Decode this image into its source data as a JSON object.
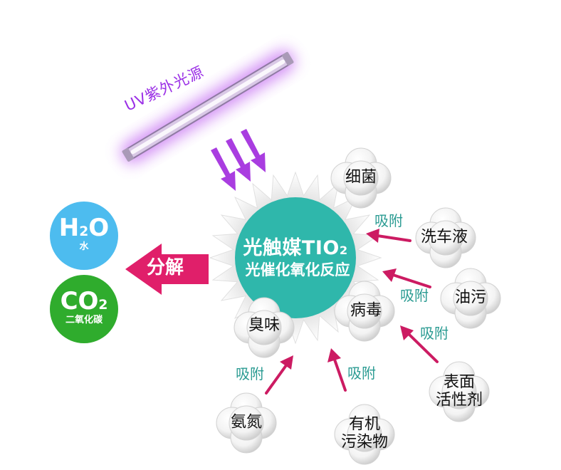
{
  "uv_source": {
    "label": "UV紫外光源"
  },
  "catalyst": {
    "title_main": "光触媒TIO",
    "title_sub": "2",
    "reaction": "光催化氧化反应"
  },
  "decompose": {
    "label": "分解"
  },
  "products": [
    {
      "formula_a": "H",
      "formula_sub": "2",
      "formula_b": "O",
      "name": "水",
      "color": "#4dbcef"
    },
    {
      "formula_a": "CO",
      "formula_sub": "2",
      "formula_b": "",
      "name": "二氧化碳",
      "color": "#2fac2d"
    }
  ],
  "pollutants": {
    "bacteria": "细菌",
    "washing_liquid": "洗车液",
    "grease": "油污",
    "virus": "病毒",
    "odor": "臭味",
    "surfactant_line1": "表面",
    "surfactant_line2": "活性剂",
    "ammonia": "氨氮",
    "organic_line1": "有机",
    "organic_line2": "污染物"
  },
  "adsorb": {
    "label": "吸附"
  },
  "colors": {
    "uv_glow": "#c46cf2",
    "arrow_purple": "#a93de0",
    "catalyst": "#2fb7ab",
    "arrow_magenta": "#cc1b62",
    "decompose_arrow": "#e01f6a",
    "adsorb_text": "#2a9b92"
  }
}
